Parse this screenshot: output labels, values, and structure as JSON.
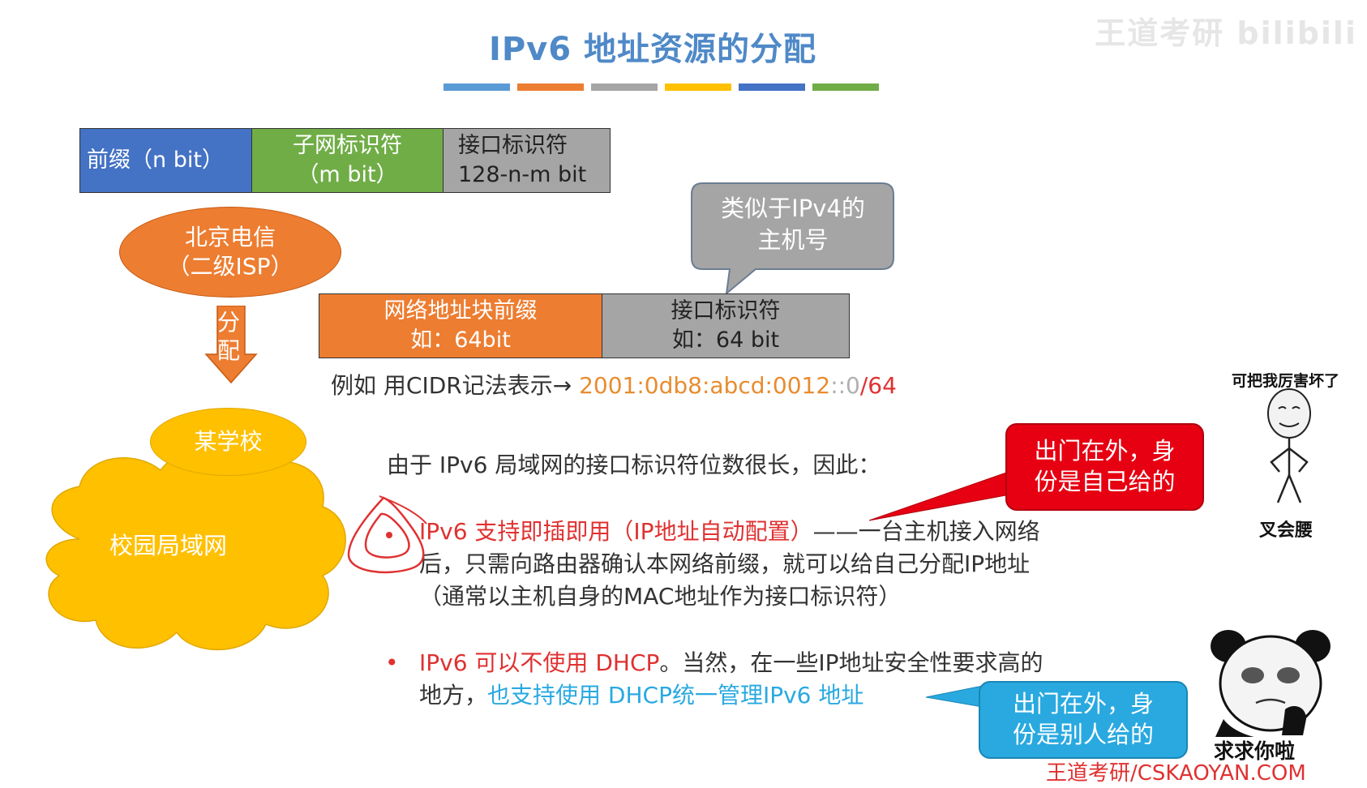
{
  "slide": {
    "title": "IPv6 地址资源的分配",
    "watermark": "王道考研 bilibili",
    "bar_colors": [
      "#5b9bd5",
      "#ed7d31",
      "#a5a5a5",
      "#ffc000",
      "#4472c4",
      "#70ad47"
    ]
  },
  "address_format": {
    "prefix": "前缀（n bit）",
    "subnet_line1": "子网标识符",
    "subnet_line2": "（m bit）",
    "interface_line1": "接口标识符",
    "interface_line2": "128-n-m bit"
  },
  "isp": {
    "line1": "北京电信",
    "line2": "（二级ISP）"
  },
  "allocate_arrow": {
    "line1": "分",
    "line2": "配"
  },
  "school": "某学校",
  "campus_lan": "校园局域网",
  "host_callout": {
    "line1": "类似于IPv4的",
    "line2": "主机号"
  },
  "block": {
    "prefix_line1": "网络地址块前缀",
    "prefix_line2": "如：64bit",
    "iface_line1": "接口标识符",
    "iface_line2": "如：64 bit"
  },
  "cidr_example": {
    "label": "例如 用CIDR记法表示→ ",
    "address": "2001:0db8:abcd:0012",
    "suffix_grey": "::0",
    "suffix_red": "/64"
  },
  "body": {
    "intro": "由于 IPv6 局域网的接口标识符位数很长，因此：",
    "b1_red": "IPv6 支持即插即用（IP地址自动配置）",
    "b1_rest": "——一台主机接入网络",
    "b1_line2": "后，只需向路由器确认本网络前缀，就可以给自己分配IP地址",
    "b1_line3": "（通常以主机自身的MAC地址作为接口标识符）",
    "bullet": "•",
    "b2_red": "IPv6 可以不使用 DHCP",
    "b2_rest": "。当然，在一些IP地址安全性要求高的",
    "b2_line2_a": "地方，",
    "b2_line2_blue": "也支持使用 DHCP统一管理IPv6 地址"
  },
  "callout_red": {
    "line1": "出门在外，身",
    "line2": "份是自己给的"
  },
  "callout_blue": {
    "line1": "出门在外，身",
    "line2": "份是别人给的"
  },
  "meme1": {
    "caption_top": "可把我厉害坏了",
    "caption_bottom": "叉会腰"
  },
  "meme2": {
    "caption": "求求你啦"
  },
  "footer": "王道考研/CSKAOYAN.COM"
}
